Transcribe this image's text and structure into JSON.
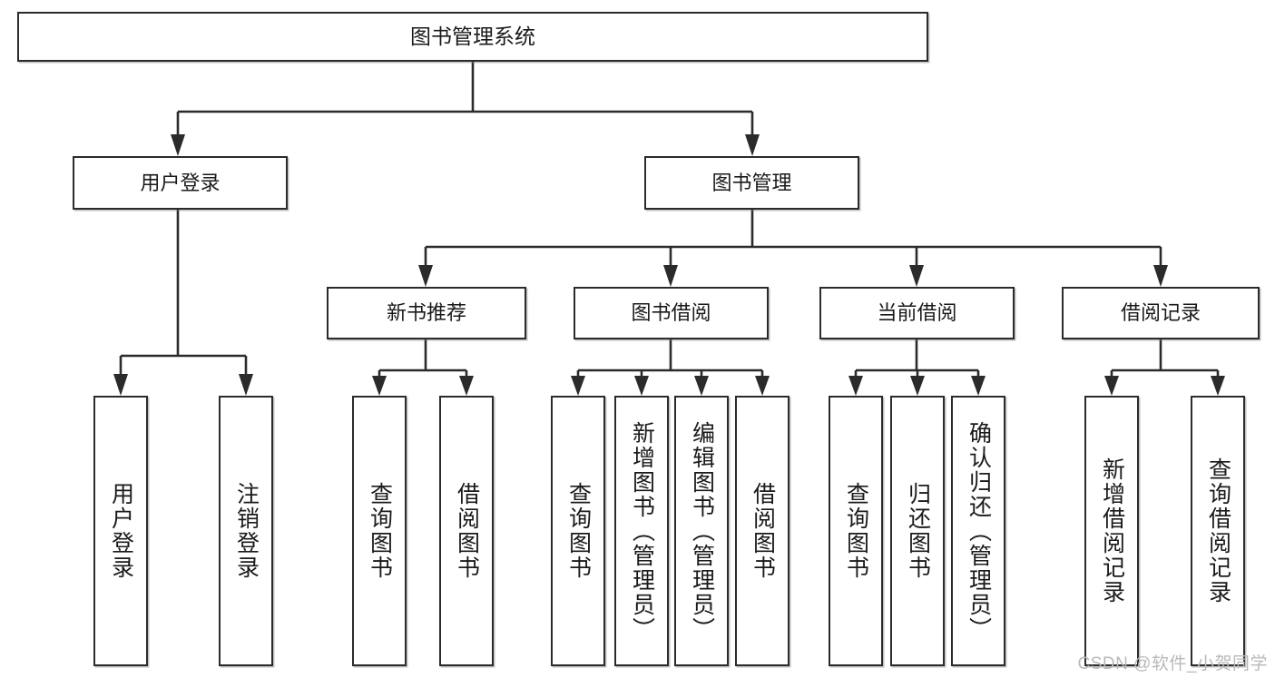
{
  "diagram": {
    "title_node": {
      "label": "图书管理系统"
    },
    "level2": [
      {
        "key": "user_login",
        "label": "用户登录"
      },
      {
        "key": "book_manage",
        "label": "图书管理"
      }
    ],
    "level3": [
      {
        "key": "new_book_rec",
        "label": "新书推荐"
      },
      {
        "key": "book_borrow",
        "label": "图书借阅"
      },
      {
        "key": "current_borrow",
        "label": "当前借阅"
      },
      {
        "key": "borrow_record",
        "label": "借阅记录"
      }
    ],
    "leaves": {
      "user_login": [
        {
          "key": "leaf-user-login",
          "label": "用户登录"
        },
        {
          "key": "leaf-logout",
          "label": "注销登录"
        }
      ],
      "new_book_rec": [
        {
          "key": "leaf-query-book-1",
          "label": "查询图书"
        },
        {
          "key": "leaf-borrow-book-1",
          "label": "借阅图书"
        }
      ],
      "book_borrow": [
        {
          "key": "leaf-query-book-2",
          "label": "查询图书"
        },
        {
          "key": "leaf-add-book",
          "label": "新增图书（管理员）"
        },
        {
          "key": "leaf-edit-book",
          "label": "编辑图书（管理员）"
        },
        {
          "key": "leaf-borrow-book-2",
          "label": "借阅图书"
        }
      ],
      "current_borrow": [
        {
          "key": "leaf-query-book-3",
          "label": "查询图书"
        },
        {
          "key": "leaf-return-book",
          "label": "归还图书"
        },
        {
          "key": "leaf-confirm-return",
          "label": "确认归还（管理员）"
        }
      ],
      "borrow_record": [
        {
          "key": "leaf-add-record",
          "label": "新增借阅记录"
        },
        {
          "key": "leaf-query-record",
          "label": "查询借阅记录"
        }
      ]
    }
  },
  "watermark": {
    "text": "CSDN @软件_小贺同学"
  },
  "colors": {
    "stroke": "#2b2b2b",
    "fill": "#ffffff",
    "text": "#1a1a1a",
    "watermark": "#b9b9b9"
  }
}
